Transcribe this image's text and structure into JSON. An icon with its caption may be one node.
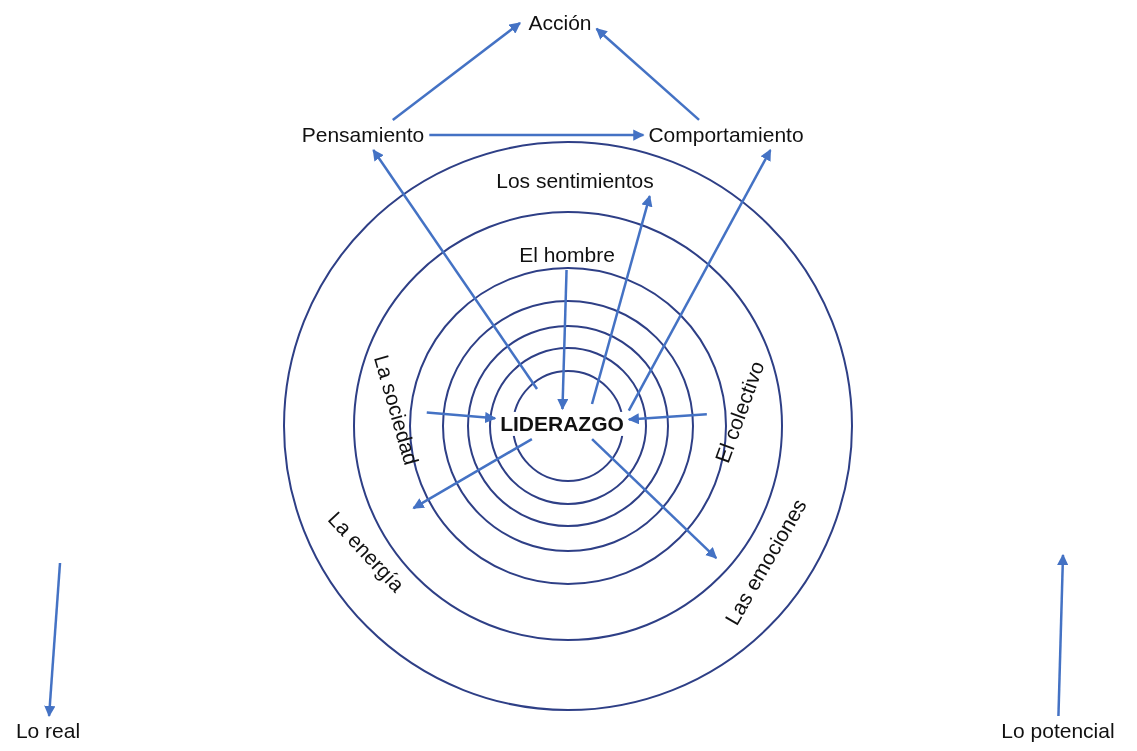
{
  "diagram": {
    "nodes": [
      {
        "text": [
          "Acción"
        ]
      },
      {
        "text": [
          "Pensamiento"
        ]
      },
      {
        "text": [
          "Comportamiento"
        ]
      },
      {
        "text": [
          "Los sentimientos"
        ]
      },
      {
        "text": [
          "El hombre"
        ]
      },
      {
        "text": [
          "La sociedad"
        ]
      },
      {
        "text": [
          "LIDERAZGO"
        ]
      },
      {
        "text": [
          "El colectivo"
        ]
      },
      {
        "text": [
          "La energía"
        ]
      },
      {
        "text": [
          "Las emociones"
        ]
      },
      {
        "text": [
          "Lo real"
        ]
      },
      {
        "text": [
          "Lo potencial"
        ]
      }
    ],
    "edges": [
      {
        "from": 1,
        "to": 0,
        "arrow": "to"
      },
      {
        "from": 2,
        "to": 0,
        "arrow": "to"
      },
      {
        "from": 1,
        "to": 2,
        "arrow": "to"
      },
      {
        "from": 6,
        "to": 1,
        "arrow": "to"
      },
      {
        "from": 6,
        "to": 3,
        "arrow": "to"
      },
      {
        "from": 6,
        "to": 2,
        "arrow": "to"
      },
      {
        "from": 4,
        "to": 6,
        "arrow": "to"
      },
      {
        "from": 5,
        "to": 6,
        "arrow": "to"
      },
      {
        "from": 7,
        "to": 6,
        "arrow": "to"
      },
      {
        "from": 6,
        "to": 8,
        "arrow": "to"
      },
      {
        "from": 6,
        "to": 9,
        "arrow": "to"
      },
      {
        "from": null,
        "to": 10,
        "arrow": "to"
      },
      {
        "from": 11,
        "to": null,
        "arrow": "to"
      }
    ]
  }
}
